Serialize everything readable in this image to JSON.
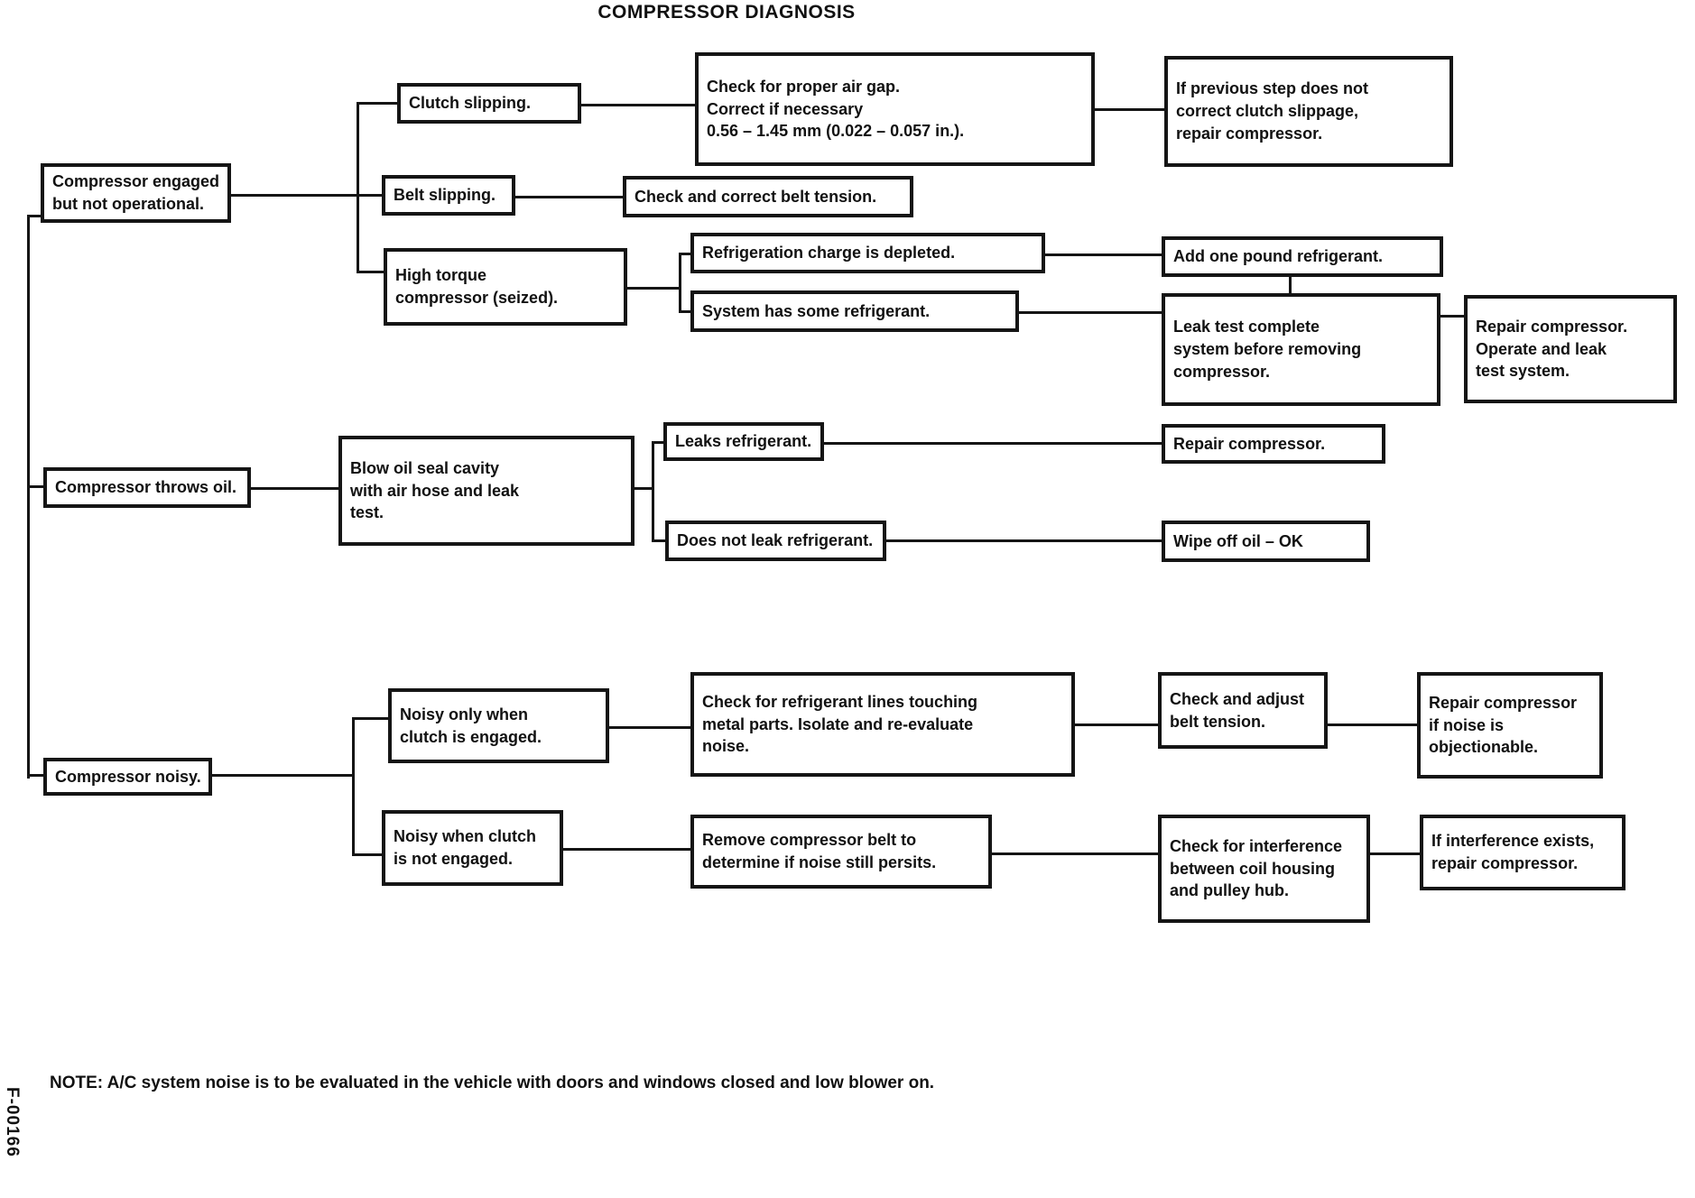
{
  "title": "COMPRESSOR DIAGNOSIS",
  "note": "NOTE: A/C system noise is to be evaluated in the vehicle with doors and windows closed and low blower on.",
  "figure_code": "F-00166",
  "diagram_type": "flowchart",
  "nodes": {
    "compressor_engaged": "Compressor engaged\nbut not operational.",
    "throws_oil": "Compressor throws oil.",
    "noisy": "Compressor noisy.",
    "clutch_slipping": "Clutch slipping.",
    "check_air_gap": "Check for proper air gap.\nCorrect if necessary\n0.56 – 1.45 mm (0.022 – 0.057 in.).",
    "repair_if_not_corrected": "If previous step does not\ncorrect clutch slippage,\nrepair compressor.",
    "belt_slipping": "Belt slipping.",
    "correct_belt_tension": "Check and correct belt tension.",
    "high_torque": "High torque\ncompressor (seized).",
    "charge_depleted": "Refrigeration charge is depleted.",
    "add_refrigerant": "Add one pound refrigerant.",
    "has_some_refrigerant": "System has some refrigerant.",
    "leak_test_system": "Leak test complete\nsystem before removing\ncompressor.",
    "repair_and_leak_test": "Repair compressor.\nOperate and leak\ntest system.",
    "blow_oil_seal": "Blow oil seal cavity\nwith air hose and leak\ntest.",
    "leaks_refrigerant": "Leaks refrigerant.",
    "repair_compressor": "Repair compressor.",
    "no_leak": "Does not leak refrigerant.",
    "wipe_off_oil": "Wipe off oil – OK",
    "noisy_clutch_engaged": "Noisy only when\nclutch is engaged.",
    "check_lines_touching": "Check for refrigerant lines touching\nmetal parts. Isolate and re-evaluate\nnoise.",
    "adjust_belt_tension": "Check and adjust\nbelt tension.",
    "repair_if_objectionable": "Repair compressor\nif noise is\nobjectionable.",
    "noisy_clutch_not_engaged": "Noisy when clutch\nis not engaged.",
    "remove_belt": "Remove compressor belt to\ndetermine if noise still persits.",
    "check_interference": "Check for interference\nbetween coil housing\nand pulley hub.",
    "repair_if_interference": "If interference exists,\nrepair compressor."
  },
  "edges": [
    [
      "compressor_engaged",
      "clutch_slipping"
    ],
    [
      "compressor_engaged",
      "belt_slipping"
    ],
    [
      "compressor_engaged",
      "high_torque"
    ],
    [
      "clutch_slipping",
      "check_air_gap"
    ],
    [
      "check_air_gap",
      "repair_if_not_corrected"
    ],
    [
      "belt_slipping",
      "correct_belt_tension"
    ],
    [
      "high_torque",
      "charge_depleted"
    ],
    [
      "high_torque",
      "has_some_refrigerant"
    ],
    [
      "charge_depleted",
      "add_refrigerant"
    ],
    [
      "add_refrigerant",
      "leak_test_system"
    ],
    [
      "has_some_refrigerant",
      "leak_test_system"
    ],
    [
      "leak_test_system",
      "repair_and_leak_test"
    ],
    [
      "throws_oil",
      "blow_oil_seal"
    ],
    [
      "blow_oil_seal",
      "leaks_refrigerant"
    ],
    [
      "blow_oil_seal",
      "no_leak"
    ],
    [
      "leaks_refrigerant",
      "repair_compressor"
    ],
    [
      "no_leak",
      "wipe_off_oil"
    ],
    [
      "noisy",
      "noisy_clutch_engaged"
    ],
    [
      "noisy",
      "noisy_clutch_not_engaged"
    ],
    [
      "noisy_clutch_engaged",
      "check_lines_touching"
    ],
    [
      "check_lines_touching",
      "adjust_belt_tension"
    ],
    [
      "adjust_belt_tension",
      "repair_if_objectionable"
    ],
    [
      "noisy_clutch_not_engaged",
      "remove_belt"
    ],
    [
      "remove_belt",
      "check_interference"
    ],
    [
      "check_interference",
      "repair_if_interference"
    ]
  ]
}
